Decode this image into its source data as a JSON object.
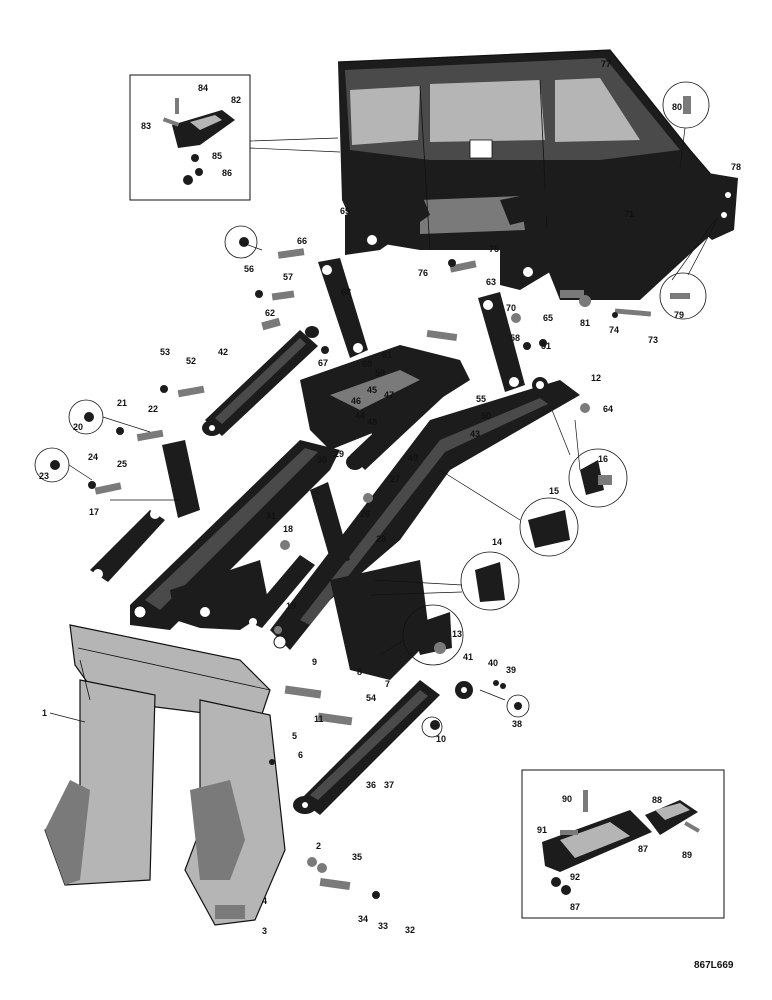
{
  "drawing": {
    "catalog_number": "867L669",
    "callouts": [
      {
        "n": "1"
      },
      {
        "n": "2"
      },
      {
        "n": "3"
      },
      {
        "n": "4"
      },
      {
        "n": "5"
      },
      {
        "n": "6"
      },
      {
        "n": "7"
      },
      {
        "n": "8"
      },
      {
        "n": "9"
      },
      {
        "n": "10"
      },
      {
        "n": "11"
      },
      {
        "n": "12"
      },
      {
        "n": "13"
      },
      {
        "n": "14"
      },
      {
        "n": "15"
      },
      {
        "n": "16"
      },
      {
        "n": "17"
      },
      {
        "n": "18"
      },
      {
        "n": "19"
      },
      {
        "n": "20"
      },
      {
        "n": "21"
      },
      {
        "n": "22"
      },
      {
        "n": "23"
      },
      {
        "n": "24"
      },
      {
        "n": "25"
      },
      {
        "n": "26"
      },
      {
        "n": "27"
      },
      {
        "n": "28"
      },
      {
        "n": "29"
      },
      {
        "n": "30"
      },
      {
        "n": "31"
      },
      {
        "n": "32"
      },
      {
        "n": "33"
      },
      {
        "n": "34"
      },
      {
        "n": "35"
      },
      {
        "n": "36"
      },
      {
        "n": "37"
      },
      {
        "n": "38"
      },
      {
        "n": "39"
      },
      {
        "n": "40"
      },
      {
        "n": "41"
      },
      {
        "n": "42"
      },
      {
        "n": "43"
      },
      {
        "n": "44"
      },
      {
        "n": "45"
      },
      {
        "n": "46"
      },
      {
        "n": "47"
      },
      {
        "n": "48"
      },
      {
        "n": "49"
      },
      {
        "n": "50"
      },
      {
        "n": "51"
      },
      {
        "n": "52"
      },
      {
        "n": "53"
      },
      {
        "n": "54"
      },
      {
        "n": "55"
      },
      {
        "n": "56"
      },
      {
        "n": "57"
      },
      {
        "n": "58"
      },
      {
        "n": "59"
      },
      {
        "n": "60"
      },
      {
        "n": "61"
      },
      {
        "n": "62"
      },
      {
        "n": "63"
      },
      {
        "n": "64"
      },
      {
        "n": "65"
      },
      {
        "n": "66"
      },
      {
        "n": "67"
      },
      {
        "n": "68"
      },
      {
        "n": "69"
      },
      {
        "n": "70"
      },
      {
        "n": "71"
      },
      {
        "n": "73"
      },
      {
        "n": "74"
      },
      {
        "n": "75"
      },
      {
        "n": "76"
      },
      {
        "n": "77"
      },
      {
        "n": "78"
      },
      {
        "n": "79"
      },
      {
        "n": "80"
      },
      {
        "n": "81"
      },
      {
        "n": "82"
      },
      {
        "n": "83"
      },
      {
        "n": "84"
      },
      {
        "n": "85"
      },
      {
        "n": "86"
      },
      {
        "n": "87"
      },
      {
        "n": "88"
      },
      {
        "n": "89"
      },
      {
        "n": "90"
      },
      {
        "n": "91"
      },
      {
        "n": "92"
      }
    ]
  }
}
